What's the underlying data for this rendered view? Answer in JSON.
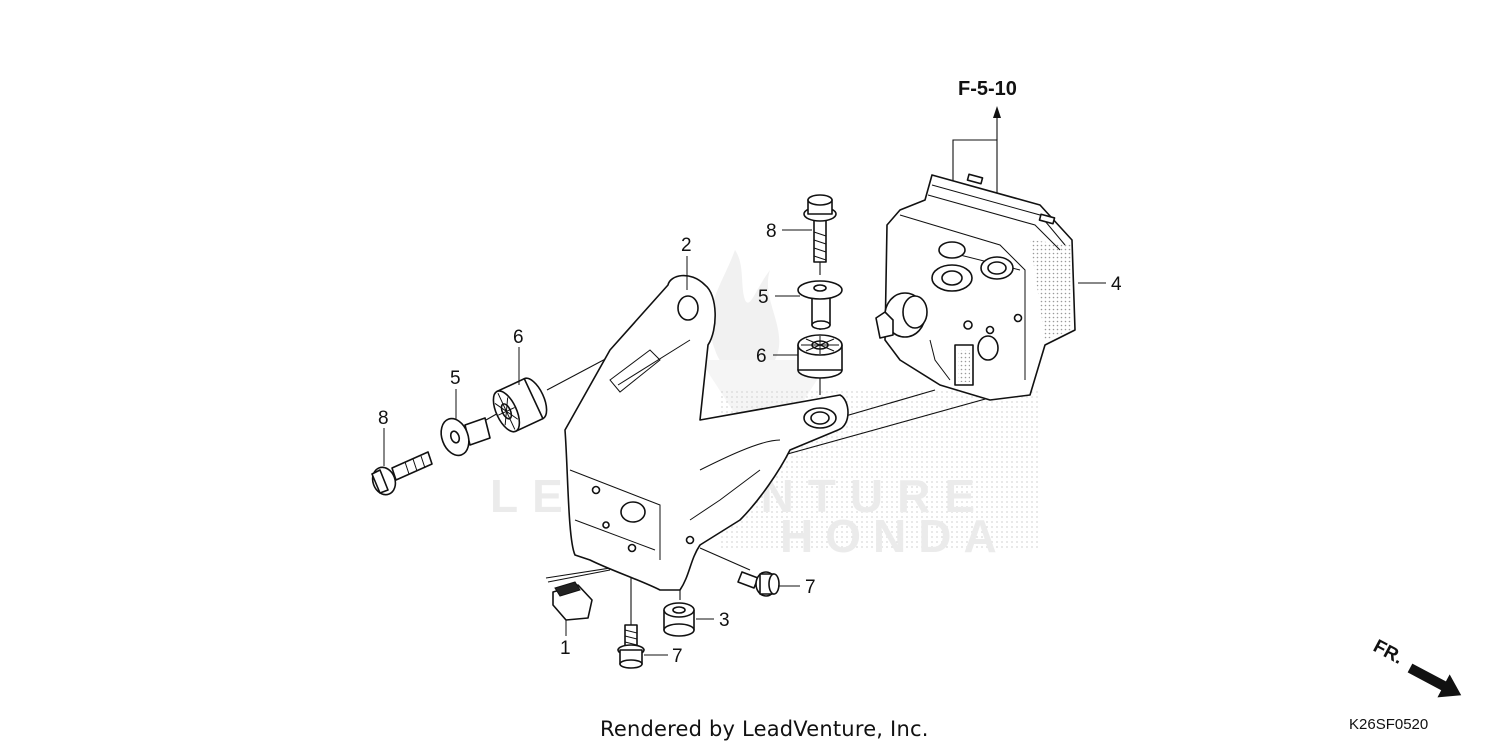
{
  "diagram": {
    "reference": "F-5-10",
    "callouts": {
      "p1": "1",
      "p2": "2",
      "p3": "3",
      "p4": "4",
      "p5": "5",
      "p6": "6",
      "p7": "7",
      "p8": "8"
    },
    "direction_label": "FR.",
    "diagram_code": "K26SF0520"
  },
  "watermark": {
    "line1": "LEADVENTURE",
    "line2": "HONDA"
  },
  "footer": {
    "credit": "Rendered by LeadVenture, Inc."
  }
}
